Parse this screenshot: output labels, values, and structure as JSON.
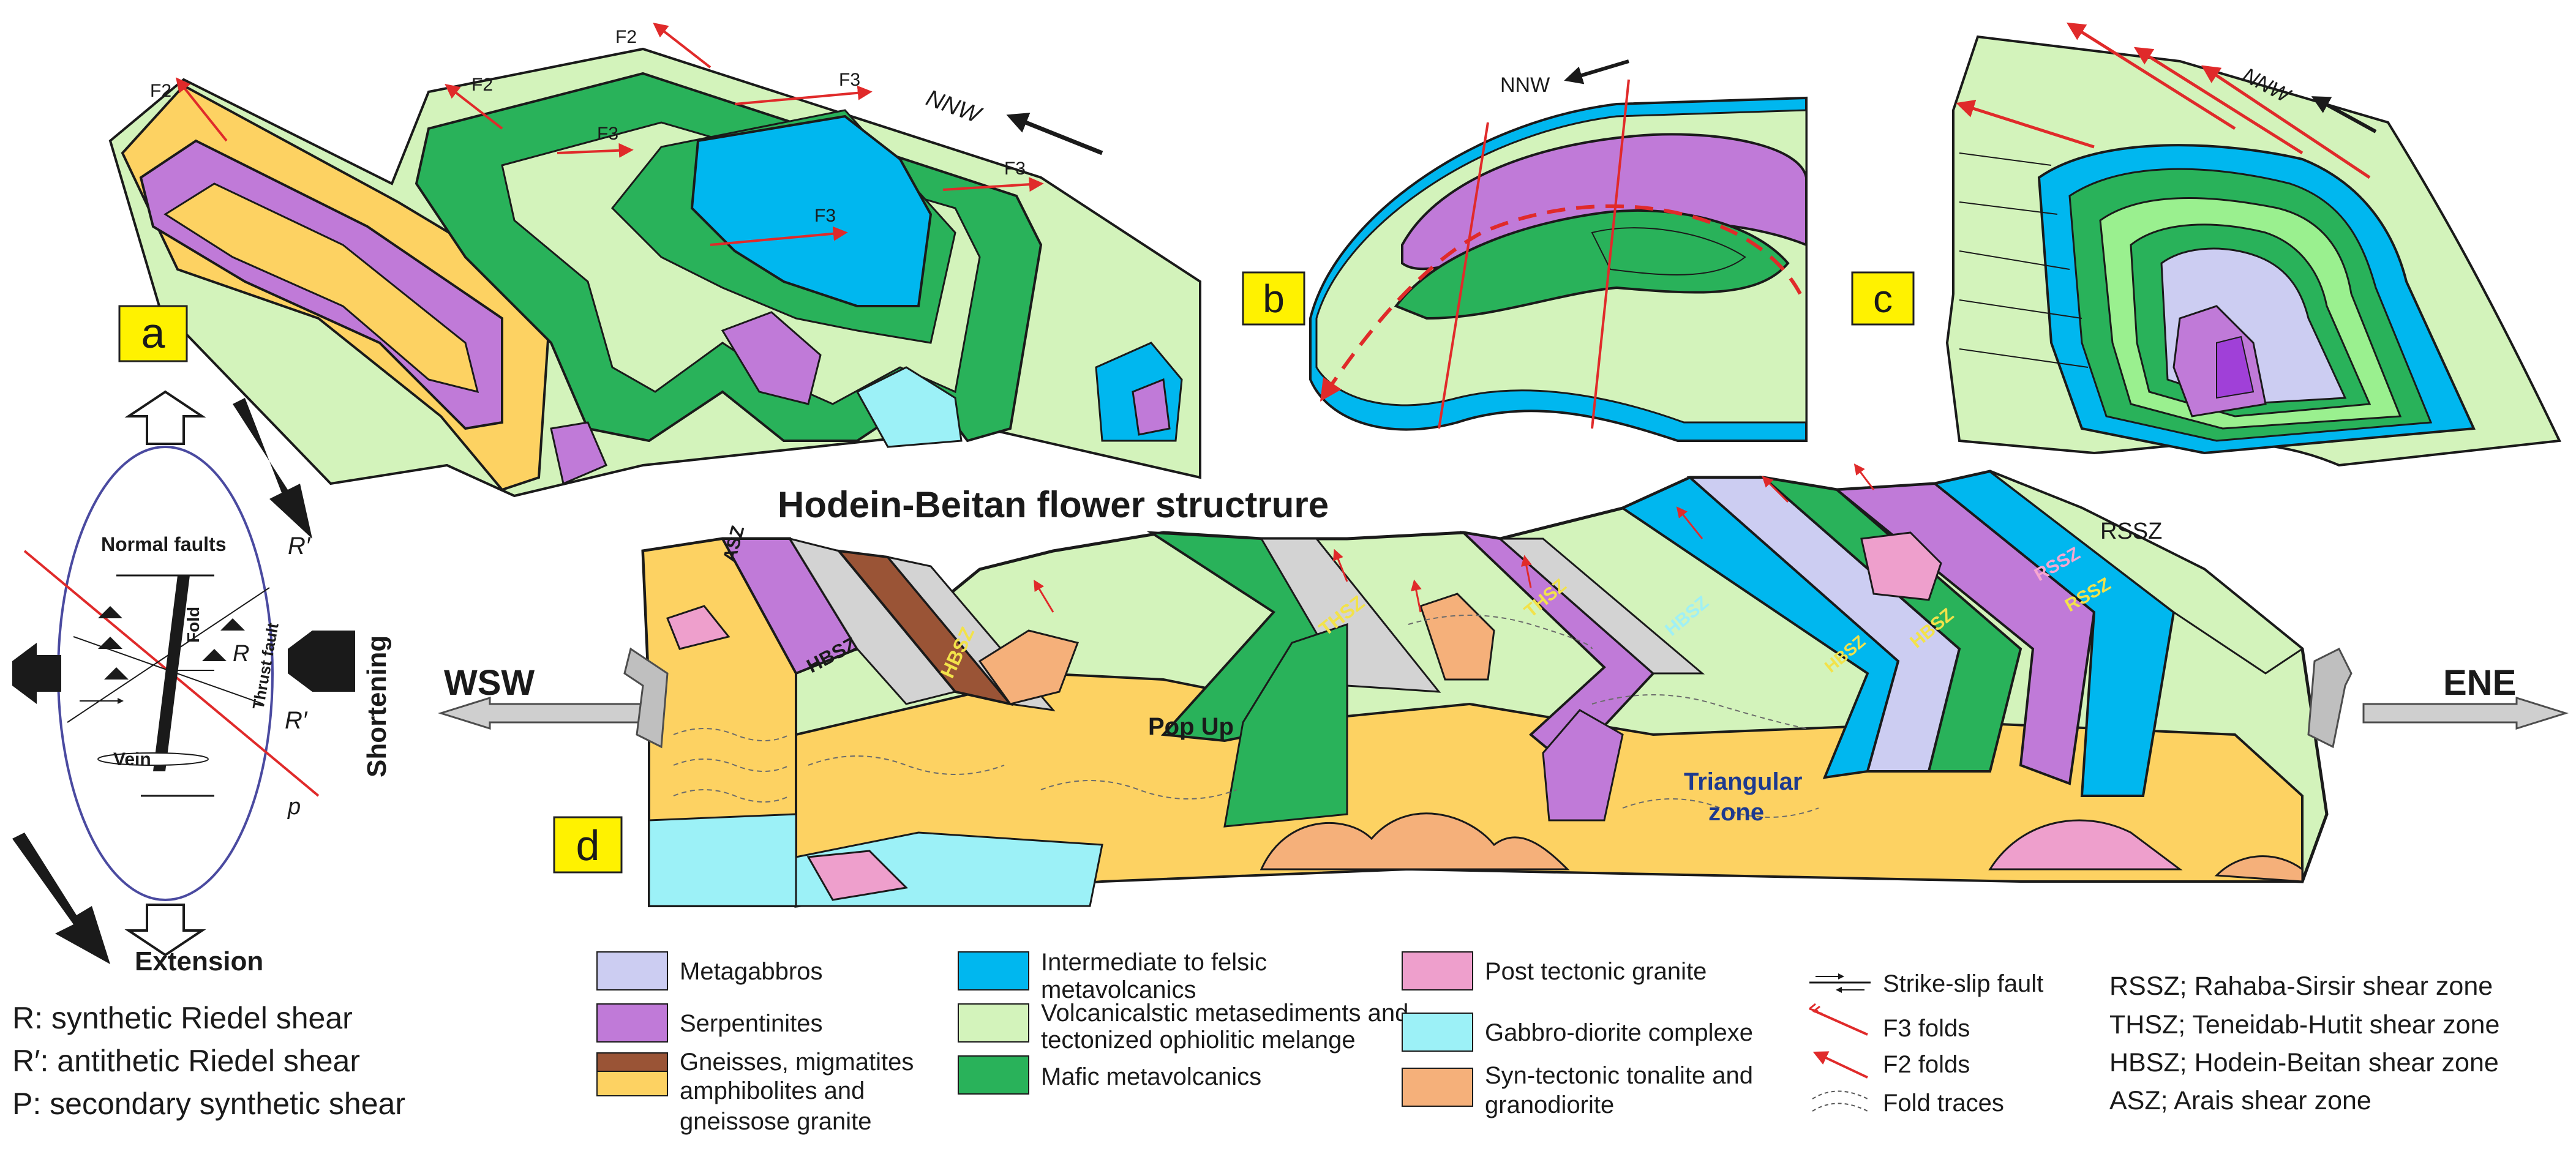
{
  "colors": {
    "metagabbros": "#cccdf2",
    "serpentinites": "#c07ad8",
    "gneisses_brown": "#9a5436",
    "gneisses_yellow": "#fdd262",
    "felsic_metavolcanics": "#00b7ef",
    "volcaniclastic": "#d3f3bb",
    "mafic_metavolcanics": "#29b25a",
    "post_tectonic_granite": "#ee9fcc",
    "gabbro_diorite": "#9cf1f7",
    "syn_tectonic_tonalite": "#f5b07a",
    "fold_red": "#e02a2a",
    "label_yellow_box": "#fff200",
    "sz_yellow": "#f2e24a",
    "sz_cyan": "#9ff0f5",
    "sz_pink": "#f7a7d0",
    "triangular_blue": "#1e3a8f",
    "light_green_c": "#9af08f"
  },
  "panels": {
    "a": {
      "tag": "a",
      "fold_labels": [
        "F2",
        "F2",
        "F2",
        "F3",
        "F3",
        "F3",
        "F3"
      ],
      "direction": "NNW"
    },
    "b": {
      "tag": "b",
      "direction": "NNW"
    },
    "c": {
      "tag": "c",
      "direction": "NNW"
    },
    "d": {
      "tag": "d",
      "title": "Hodein-Beitan flower structrure",
      "left_direction": "WSW",
      "right_direction": "ENE",
      "shear_zones": [
        "ASZ",
        "HBSZ",
        "HBSZ",
        "THSZ",
        "THSZ",
        "HBSZ",
        "HBSZ",
        "HBSZ",
        "RSSZ",
        "RSSZ",
        "RSSZ"
      ],
      "labels": {
        "pop_up": "Pop Up",
        "triangular": "Triangular\nzone"
      }
    }
  },
  "strain": {
    "normal_faults": "Normal faults",
    "fold": "Fold",
    "thrust_fault": "Thrust fault",
    "vein": "Vein",
    "R": "R",
    "R_prime_top": "R′",
    "R_prime_bottom": "R′",
    "p": "p",
    "shortening": "Shortening",
    "extension": "Extension"
  },
  "riedel_key": [
    "R: synthetic Riedel shear",
    "R′: antithetic Riedel shear",
    "P: secondary synthetic shear"
  ],
  "legend": [
    {
      "key": "metagabbros",
      "lines": [
        "Metagabbros"
      ]
    },
    {
      "key": "serpentinites",
      "lines": [
        "Serpentinites"
      ]
    },
    {
      "key": "gneisses",
      "lines": [
        "Gneisses, migmatites",
        "amphibolites and",
        "gneissose granite"
      ]
    },
    {
      "key": "felsic_metavolcanics",
      "lines": [
        "Intermediate to felsic",
        "metavolcanics"
      ]
    },
    {
      "key": "volcaniclastic",
      "lines": [
        "Volcanicalstic metasediments and",
        "tectonized ophiolitic melange"
      ]
    },
    {
      "key": "mafic_metavolcanics",
      "lines": [
        "Mafic metavolcanics"
      ]
    },
    {
      "key": "post_tectonic_granite",
      "lines": [
        "Post tectonic granite"
      ]
    },
    {
      "key": "gabbro_diorite",
      "lines": [
        "Gabbro-diorite complexe"
      ]
    },
    {
      "key": "syn_tectonic_tonalite",
      "lines": [
        "Syn-tectonic tonalite and",
        "granodiorite"
      ]
    }
  ],
  "symbols": [
    "Strike-slip fault",
    "F3 folds",
    "F2 folds",
    "Fold traces"
  ],
  "abbreviations": [
    "RSSZ; Rahaba-Sirsir shear zone",
    "THSZ; Teneidab-Hutit shear zone",
    "HBSZ; Hodein-Beitan shear zone",
    "ASZ; Arais shear zone"
  ]
}
